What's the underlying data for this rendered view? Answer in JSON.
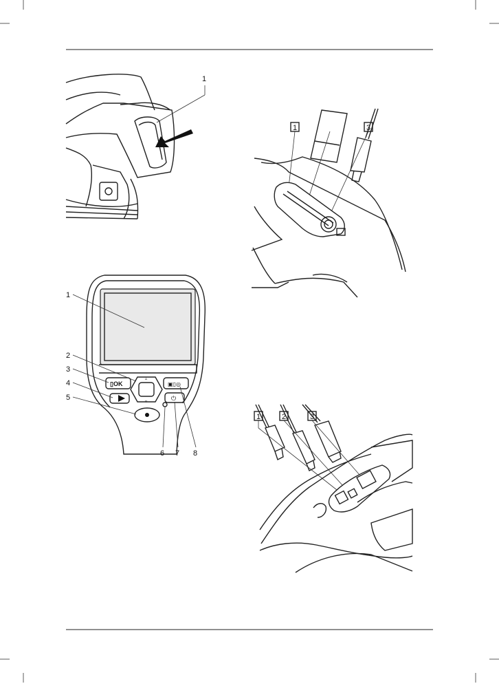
{
  "figures": {
    "lens_figure": {
      "callouts": [
        "1"
      ]
    },
    "camera_front_figure": {
      "callouts": [
        "1",
        "2",
        "3",
        "4",
        "5",
        "6",
        "7",
        "8"
      ]
    },
    "sd_card_figure": {
      "callouts": [
        "1",
        "2",
        "3"
      ]
    },
    "connectors_figure": {
      "callouts": [
        "1",
        "2",
        "3"
      ]
    }
  },
  "colors": {
    "line": "#222222",
    "background": "#ffffff",
    "screen_fill": "#e9e9e9"
  },
  "icons": [
    "arrow-icon",
    "ok-button-icon",
    "play-icon",
    "power-icon",
    "camera-mode-icon",
    "trigger-icon"
  ]
}
